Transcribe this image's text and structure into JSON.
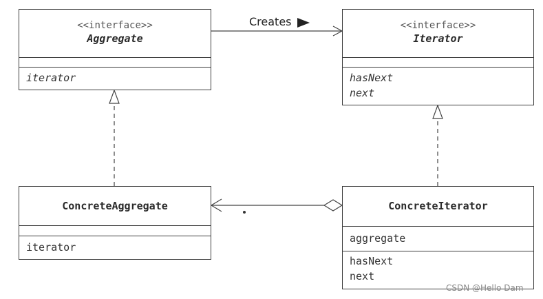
{
  "classes": {
    "aggregate": {
      "stereotype": "<<interface>>",
      "name": "Aggregate",
      "methods": [
        "iterator"
      ]
    },
    "iterator": {
      "stereotype": "<<interface>>",
      "name": "Iterator",
      "methods": [
        "hasNext",
        "next"
      ]
    },
    "concrete_aggregate": {
      "name": "ConcreteAggregate",
      "methods": [
        "iterator"
      ]
    },
    "concrete_iterator": {
      "name": "ConcreteIterator",
      "fields": [
        "aggregate"
      ],
      "methods": [
        "hasNext",
        "next"
      ]
    }
  },
  "relations": {
    "creates_label": "Creates"
  },
  "watermark": "CSDN @Hello Dam"
}
